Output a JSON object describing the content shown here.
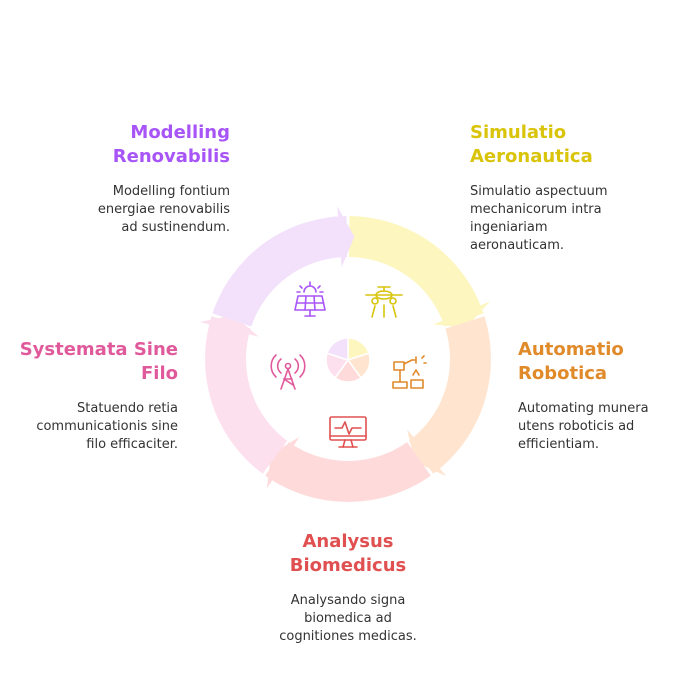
{
  "colors": {
    "modelling": "#a855f7",
    "simulatio": "#d9c40a",
    "automatio": "#e08a2a",
    "analysus": "#e05050",
    "systemata": "#e05a9b",
    "seg_modelling": "#f3e1fb",
    "seg_simulatio": "#fdf6bf",
    "seg_automatio": "#ffe5cf",
    "seg_analysus": "#ffdada",
    "seg_systemata": "#fde0ee"
  },
  "segments": [
    {
      "key": "simulatio",
      "title": "Simulatio Aeronautica",
      "desc": "Simulatio aspectuum mechanicorum intra ingeniariam aeronauticam.",
      "icon": "airplane-icon"
    },
    {
      "key": "automatio",
      "title": "Automatio Robotica",
      "desc": "Automating munera utens roboticis ad efficientiam.",
      "icon": "robot-arm-icon"
    },
    {
      "key": "analysus",
      "title": "Analysus Biomedicus",
      "desc": "Analysando signa biomedica ad cognitiones medicas.",
      "icon": "monitor-heartbeat-icon"
    },
    {
      "key": "systemata",
      "title": "Systemata Sine Filo",
      "desc": "Statuendo retia communicationis sine filo efficaciter.",
      "icon": "radio-tower-icon"
    },
    {
      "key": "modelling",
      "title": "Modelling Renovabilis",
      "desc": "Modelling fontium energiae renovabilis ad sustinendum.",
      "icon": "solar-panel-icon"
    }
  ],
  "labels": {
    "modelling": {
      "title_line1": "Modelling",
      "title_line2": "Renovabilis",
      "desc_line1": "Modelling fontium",
      "desc_line2": "energiae renovabilis",
      "desc_line3": "ad sustinendum."
    },
    "simulatio": {
      "title_line1": "Simulatio",
      "title_line2": "Aeronautica",
      "desc_line1": "Simulatio aspectuum",
      "desc_line2": "mechanicorum intra",
      "desc_line3": "ingeniariam",
      "desc_line4": "aeronauticam."
    },
    "systemata": {
      "title_line1": "Systemata Sine",
      "title_line2": "Filo",
      "desc_line1": "Statuendo retia",
      "desc_line2": "communicationis sine",
      "desc_line3": "filo efficaciter."
    },
    "automatio": {
      "title_line1": "Automatio",
      "title_line2": "Robotica",
      "desc_line1": "Automating munera",
      "desc_line2": "utens roboticis ad",
      "desc_line3": "efficientiam."
    },
    "analysus": {
      "title_line1": "Analysus",
      "title_line2": "Biomedicus",
      "desc_line1": "Analysando signa",
      "desc_line2": "biomedica ad",
      "desc_line3": "cognitiones medicas."
    }
  }
}
